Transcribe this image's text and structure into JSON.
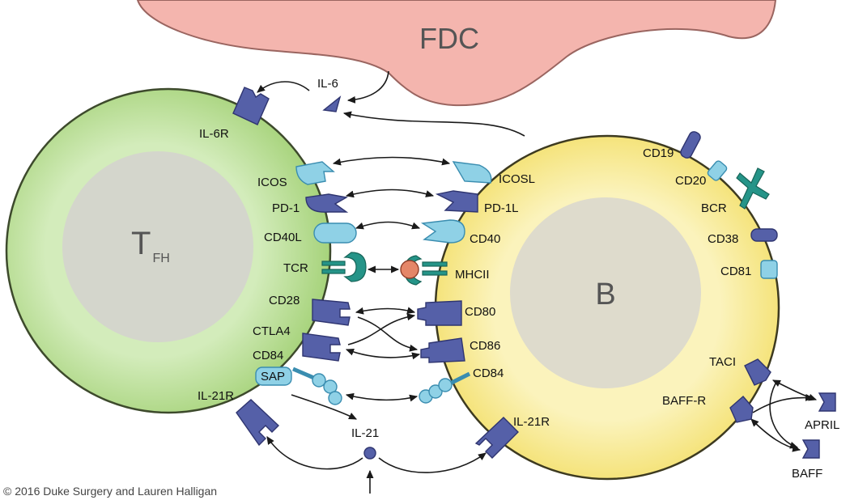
{
  "labels": {
    "fdc": "FDC",
    "tfh_main": "T",
    "tfh_sub": "FH",
    "b_cell": "B",
    "il6": "IL-6",
    "il6r": "IL-6R",
    "icos": "ICOS",
    "pd1": "PD-1",
    "cd40l": "CD40L",
    "tcr": "TCR",
    "cd28": "CD28",
    "ctla4": "CTLA4",
    "cd84_t": "CD84",
    "sap": "SAP",
    "il21r_t": "IL-21R",
    "il21": "IL-21",
    "icosl": "ICOSL",
    "pd1l": "PD-1L",
    "cd40": "CD40",
    "mhcii": "MHCII",
    "cd80": "CD80",
    "cd86": "CD86",
    "cd84_b": "CD84",
    "il21r_b": "IL-21R",
    "cd19": "CD19",
    "cd20": "CD20",
    "bcr": "BCR",
    "cd38": "CD38",
    "cd81": "CD81",
    "taci": "TACI",
    "baffr": "BAFF-R",
    "april": "APRIL",
    "baff": "BAFF"
  },
  "credit": "© 2016 Duke Surgery and Lauren Halligan",
  "colors": {
    "tfh_cell": "#a9d67a",
    "tfh_nucleus": "#d4d6cc",
    "b_cell": "#f6e47a",
    "b_nucleus": "#dedbcc",
    "fdc": "#f4b5ae",
    "receptor_dark": "#5560a8",
    "receptor_light": "#8fd1e6",
    "receptor_teal": "#259488",
    "antigen": "#e58668"
  }
}
